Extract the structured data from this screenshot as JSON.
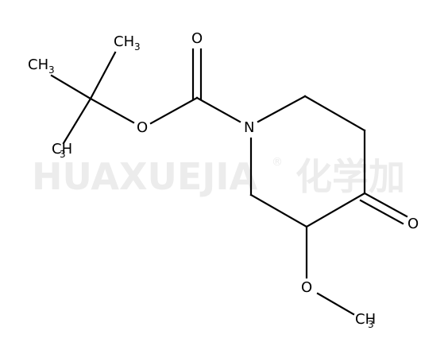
{
  "watermark": {
    "text": "HUAXUEJIA",
    "registered": "®",
    "chinese": "化学加"
  },
  "atoms": {
    "carbonyl_oxygen": "O",
    "ester_oxygen": "O",
    "nitrogen": "N",
    "ketone_oxygen": "O",
    "methoxy_oxygen": "O",
    "methyl_top": {
      "main": "CH",
      "sub": "3"
    },
    "methyl_left": {
      "main": "CH",
      "sub": "3"
    },
    "methyl_bottom": {
      "main": "CH",
      "sub": "3"
    },
    "methoxy_methyl": {
      "main": "CH",
      "sub": "3"
    }
  },
  "colors": {
    "bond": "#000000",
    "label": "#000000",
    "watermark": "#ececec",
    "background": "#ffffff"
  }
}
